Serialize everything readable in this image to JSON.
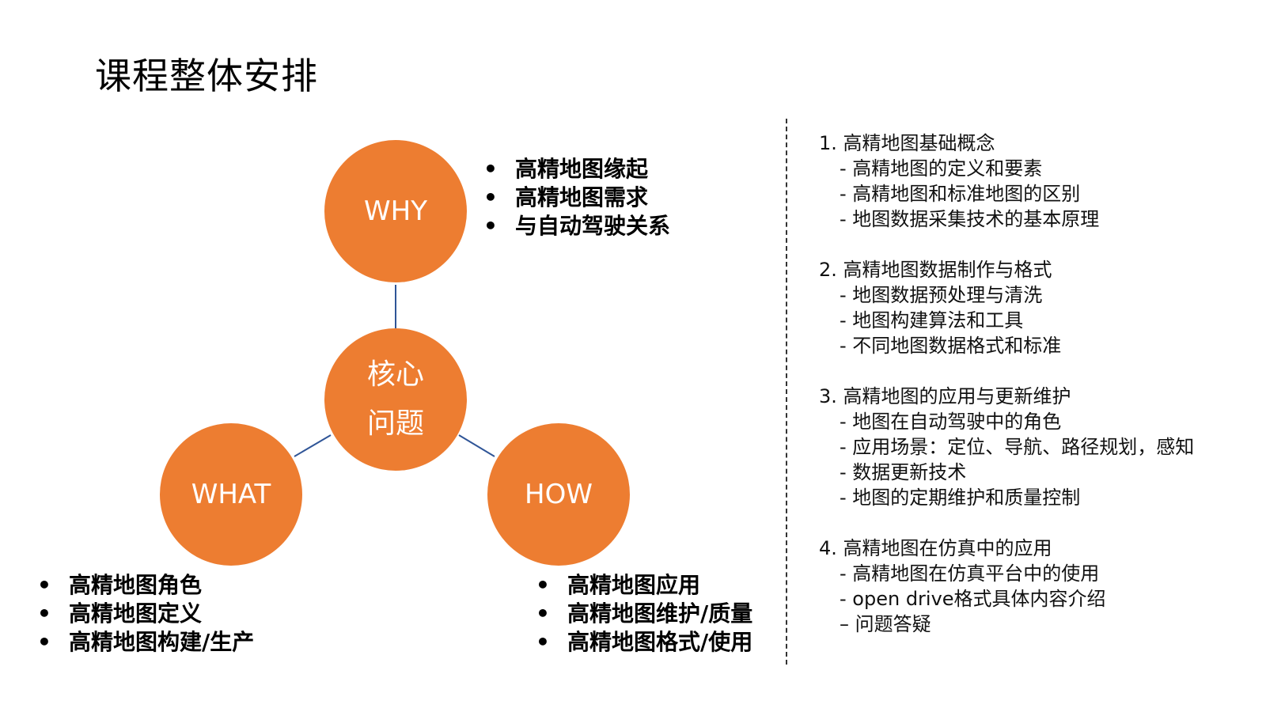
{
  "title": "课程整体安排",
  "colors": {
    "circle_fill": "#ED7D31",
    "connector": "#2F5597",
    "circle_text": "#FFFFFF"
  },
  "diagram": {
    "why": "WHY",
    "what": "WHAT",
    "how": "HOW",
    "core_line1": "核心",
    "core_line2": "问题"
  },
  "bullet_symbol": "•",
  "why_bullets": [
    "高精地图缘起",
    "高精地图需求",
    "与自动驾驶关系"
  ],
  "what_bullets": [
    "高精地图角色",
    "高精地图定义",
    "高精地图构建/生产"
  ],
  "how_bullets": [
    "高精地图应用",
    "高精地图维护/质量",
    "高精地图格式/使用"
  ],
  "outline": [
    {
      "head": "1. 高精地图基础概念",
      "items": [
        "- 高精地图的定义和要素",
        "- 高精地图和标准地图的区别",
        "- 地图数据采集技术的基本原理"
      ]
    },
    {
      "head": "2. 高精地图数据制作与格式",
      "items": [
        "- 地图数据预处理与清洗",
        "- 地图构建算法和工具",
        "- 不同地图数据格式和标准"
      ]
    },
    {
      "head": "3. 高精地图的应用与更新维护",
      "items": [
        "- 地图在自动驾驶中的角色",
        "- 应用场景：定位、导航、路径规划，感知",
        "- 数据更新技术",
        "- 地图的定期维护和质量控制"
      ]
    },
    {
      "head": "4. 高精地图在仿真中的应用",
      "items": [
        "- 高精地图在仿真平台中的使用",
        "- open drive格式具体内容介绍",
        "– 问题答疑"
      ]
    }
  ]
}
